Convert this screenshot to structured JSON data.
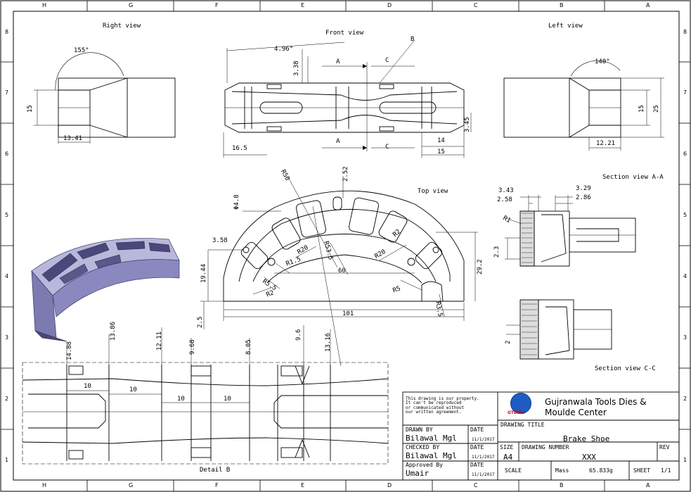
{
  "zones": {
    "columns": [
      "H",
      "G",
      "F",
      "E",
      "D",
      "C",
      "B",
      "A"
    ],
    "rows": [
      "8",
      "7",
      "6",
      "5",
      "4",
      "3",
      "2",
      "1"
    ]
  },
  "views": {
    "right_view": "Right view",
    "front_view": "Front view",
    "left_view": "Left view",
    "top_view": "Top view",
    "section_aa": "Section view A-A",
    "section_cc": "Section view C-C",
    "detail_b": "Detail B"
  },
  "dimensions": {
    "right": {
      "angle": "155°",
      "height": "15",
      "width": "13.41"
    },
    "front": {
      "angle": "4.96°",
      "d1": "3.38",
      "a_top": "A",
      "c_top": "C",
      "b": "B",
      "a_bot": "A",
      "c_bot": "C",
      "d165": "16.5",
      "d14": "14",
      "d15": "15",
      "d345": "3.45"
    },
    "left": {
      "angle": "140°",
      "d15": "15",
      "d25": "25",
      "d1221": "12.21"
    },
    "top": {
      "r50": "R50",
      "d252": "2.52",
      "phi48": "Φ4.8",
      "d358": "3.58",
      "r2a": "R2",
      "r20a": "R20",
      "r535": "R53.5",
      "r15": "R1.5",
      "d60": "60",
      "r20b": "R20",
      "r55": "R5.5",
      "r2b": "R2",
      "r5": "R5",
      "d1944": "19.44",
      "d292": "29.2",
      "d101": "101",
      "d25": "2.5",
      "r35": "R3.5"
    },
    "section_aa": {
      "d343": "3.43",
      "d329": "3.29",
      "d258": "2.58",
      "d286": "2.86",
      "r1": "R1",
      "d23": "2.3"
    },
    "section_cc": {
      "d2": "2"
    },
    "detail": {
      "d1488": "14.88",
      "d1386": "13.86",
      "d1211": "12.11",
      "d968": "9.68",
      "d805": "8.05",
      "d96": "9.6",
      "d1316": "13.16",
      "d10a": "10",
      "d10b": "10",
      "d10c": "10",
      "d10d": "10"
    }
  },
  "title_block": {
    "notice": [
      "This drawing is our property.",
      "It can't be reproduced",
      "or communicated without",
      "our written agreement."
    ],
    "company_line1": "Gujranwala Tools Dies &",
    "company_line2": "Moulde Center",
    "logo_text": "GTDMC",
    "drawing_title_label": "DRAWING TITLE",
    "drawing_title": "Brake Shoe",
    "drawn_by_label": "DRAWN BY",
    "drawn_by": "Bilawal Mgl",
    "checked_by_label": "CHECKED BY",
    "checked_by": "Bilawal Mgl",
    "approved_by_label": "Approved By",
    "approved_by": "Umair",
    "date_label": "DATE",
    "date1": "11/1/2017",
    "date2": "11/1/2017",
    "date3": "11/1/2017",
    "size_label": "SIZE",
    "size": "A4",
    "drawing_number_label": "DRAWING NUMBER",
    "drawing_number": "XXX",
    "rev_label": "REV",
    "scale_label": "SCALE",
    "mass_label": "Mass",
    "mass": "65.833g",
    "sheet_label": "SHEET",
    "sheet": "1/1"
  },
  "colors": {
    "iso_face": "#b9b8dc",
    "iso_side": "#7c7ab0",
    "iso_dark": "#4a4878",
    "logo": "#1d5cc4"
  }
}
